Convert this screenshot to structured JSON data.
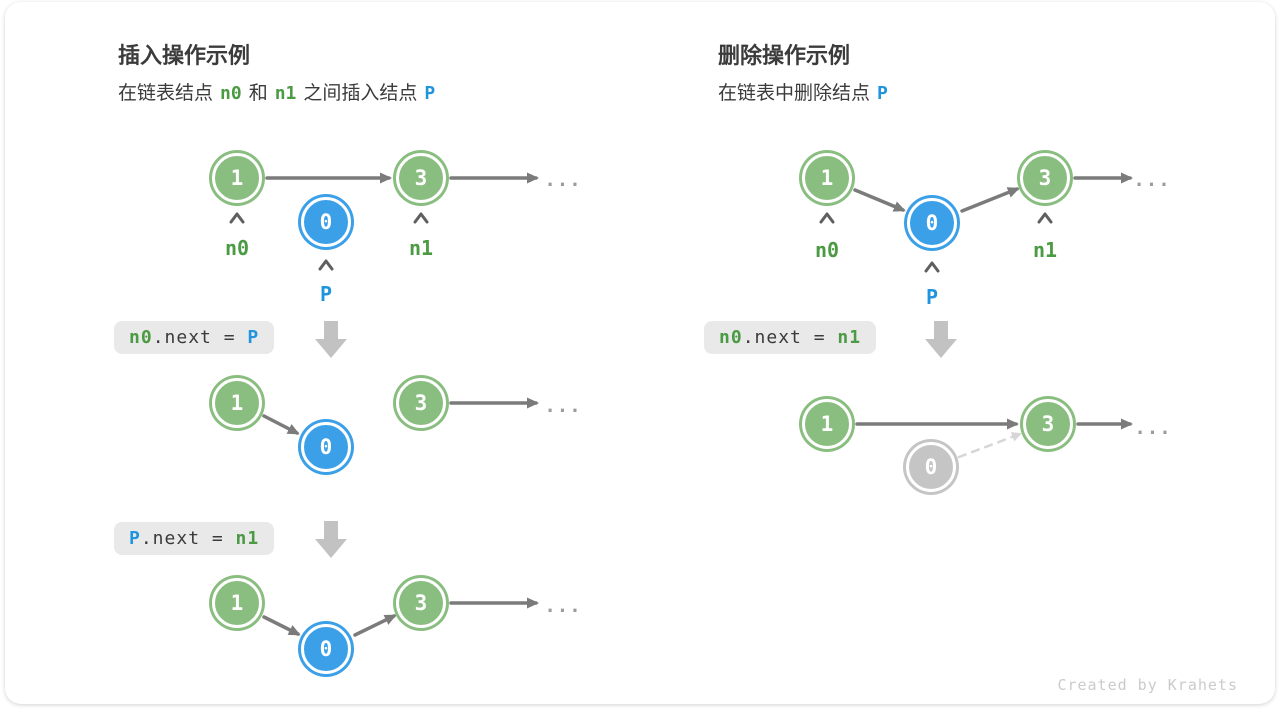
{
  "colors": {
    "node_green": "#8abe80",
    "node_blue": "#3ba0e8",
    "node_gray": "#c5c5c5",
    "text_green": "#4c9b44",
    "text_blue": "#2095dd",
    "arrow_gray": "#7b7b7b",
    "dashed_arrow_gray": "#d6d6d6",
    "code_box_bg": "#e9e9e9",
    "body_text": "#3b3b3b",
    "step_arrow_gray": "#c2c2c2",
    "footer_text": "#cbcbcb"
  },
  "insert": {
    "title": "插入操作示例",
    "subtitle": {
      "part1": "在链表结点",
      "n0": "n0",
      "part2": "和",
      "n1": "n1",
      "part3": "之间插入结点",
      "p": "P"
    },
    "labels": {
      "n0": "n0",
      "n1": "n1",
      "p": "P"
    },
    "step1_code": {
      "a": "n0",
      "b": ".next = ",
      "c": "P"
    },
    "step2_code": {
      "a": "P",
      "b": ".next = ",
      "c": "n1"
    },
    "diagram_initial": {
      "v1": "1",
      "v2": "0",
      "v3": "3",
      "ellipsis": "..."
    },
    "diagram_step1": {
      "v1": "1",
      "v2": "0",
      "v3": "3",
      "ellipsis": "..."
    },
    "diagram_step2": {
      "v1": "1",
      "v2": "0",
      "v3": "3",
      "ellipsis": "..."
    }
  },
  "delete": {
    "title": "删除操作示例",
    "subtitle": {
      "part1": "在链表中删除结点",
      "p": "P"
    },
    "labels": {
      "n0": "n0",
      "n1": "n1",
      "p": "P"
    },
    "code": {
      "a": "n0",
      "b": ".next = ",
      "c": "n1"
    },
    "diagram_initial": {
      "v1": "1",
      "v2": "0",
      "v3": "3",
      "ellipsis": "..."
    },
    "diagram_result": {
      "v1": "1",
      "v2": "0",
      "v3": "3",
      "ellipsis": "..."
    }
  },
  "footer": "Created by Krahets"
}
